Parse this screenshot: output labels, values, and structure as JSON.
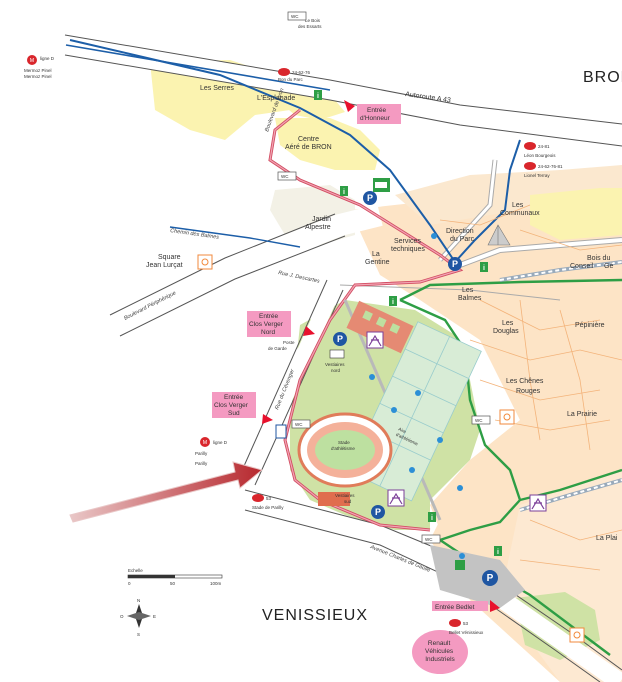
{
  "cities": {
    "bron": "BRON",
    "venissieux": "VENISSIEUX"
  },
  "areas": {
    "serres": "Les Serres",
    "esplanade": "L'Esplanade",
    "centre_aere": [
      "Centre",
      "Aéré de BRON"
    ],
    "jardin_alpestre": [
      "Jardin",
      "Alpestre"
    ],
    "gentine": [
      "La",
      "Gentine"
    ],
    "services_techniques": [
      "Services",
      "techniques"
    ],
    "direction_parc": [
      "Direction",
      "du Parc"
    ],
    "communaux": [
      "Les",
      "Communaux"
    ],
    "bois_conseil": [
      "Bois du",
      "Conseil",
      "Gé"
    ],
    "balmes": [
      "Les",
      "Balmes"
    ],
    "douglas": [
      "Les",
      "Douglas"
    ],
    "pepiniere": "Pépinière",
    "chenes_rouges": [
      "Les Chênes",
      "Rouges"
    ],
    "prairie": "La Prairie",
    "poste_garde": [
      "Poste",
      "de Garde"
    ],
    "vestiaires_nord": [
      "Vestiaires",
      "nord"
    ],
    "vestiaires_sud": [
      "Vestiaires",
      "sud"
    ],
    "stade": [
      "Stade",
      "d'athlétisme"
    ],
    "aire_athletisme": [
      "Aire",
      "d'athlétisme"
    ],
    "plaine": "La Plai",
    "bois_essarts": [
      "Le Bois",
      "des Essarts"
    ],
    "square_lurcat": [
      "Square",
      "Jean Lurçat"
    ]
  },
  "roads": {
    "autoroute": "Autoroute A 43",
    "bd_peripherique": "Boulevard Périphérique",
    "chemin_balmes": "Chemin des Balmes",
    "rue_descartes": "Rue J. Descartes",
    "rue_verger": "Rue du Cévenger",
    "av_de_gaulle": "Avenue Charles de Gaulle",
    "bd_lyon": "Boulevard de Lyon"
  },
  "entrances": {
    "honneur": [
      "Entrée",
      "d'Honneur"
    ],
    "clos_nord": [
      "Entrée",
      "Clos Verger",
      "Nord"
    ],
    "clos_sud": [
      "Entrée",
      "Clos Verger",
      "Sud"
    ],
    "bedlet": "Entrée Bedlet",
    "renault": [
      "Renault",
      "Véhicules",
      "Industriels"
    ]
  },
  "transit": {
    "metro_d_top": "ligne D",
    "metro_d_top_stops": [
      "Mermoz Pinel",
      "Mermoz Pinel"
    ],
    "metro_d_mid": "ligne D",
    "metro_d_mid_stops": [
      "Parilly",
      "Parilly"
    ],
    "bus_top": "24-62-76",
    "bus_top_stop": "Bon du Parc",
    "bus_right1": "24-81",
    "bus_right1_stop": "Léon Bourgeois",
    "bus_right2": "24-62-76-81",
    "bus_right2_stop": "Lionel Terray",
    "bus_bottom": "53",
    "bus_bottom_stop": "Stade de Parilly",
    "bus_bedlet": "53",
    "bus_bedlet_stop": "Bellet Vénissieux"
  },
  "wc": "WC",
  "scale": {
    "title": "Echelle",
    "ticks": [
      "0",
      "50",
      "100m"
    ]
  },
  "compass": {
    "n": "N",
    "s": "S",
    "e": "E",
    "o": "O"
  },
  "colors": {
    "accent_pink": "#f49ac1",
    "entrance_red": "#e8112d",
    "bus_red": "#d9262c",
    "park_green": "#c8dc9a",
    "forest_orange": "#fde4c6",
    "yellow_zone": "#fbf3b0",
    "path_green": "#2e9e45",
    "road_blue": "#1c5ea8",
    "parking_blue": "#1f56a2"
  }
}
